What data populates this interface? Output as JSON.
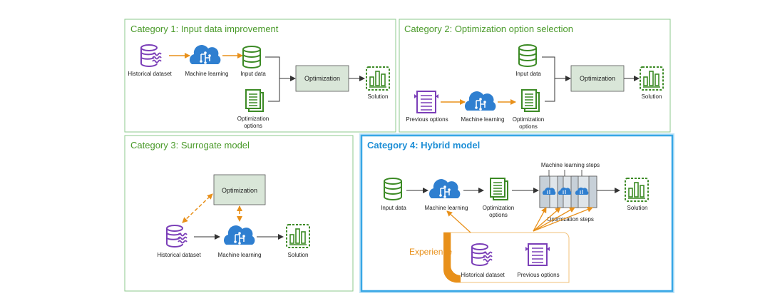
{
  "colors": {
    "panel_border": "#8cc98c",
    "highlight_border": "#38a7e6",
    "title_green": "#4a9a2a",
    "title_blue": "#1e8fd6",
    "data_purple": "#7b3fb8",
    "db_green": "#3c8a25",
    "ml_blue": "#2f7fd0",
    "arrow_orange": "#e8901a",
    "optimization_fill": "#d9e6d8"
  },
  "panels": {
    "cat1": {
      "title": "Category 1: Input data improvement",
      "historical_dataset": "Historical dataset",
      "machine_learning": "Machine learning",
      "input_data": "Input data",
      "optimization": "Optimization",
      "optimization_options_1": "Optimization",
      "optimization_options_2": "options",
      "solution": "Solution"
    },
    "cat2": {
      "title": "Category 2: Optimization option selection",
      "input_data": "Input data",
      "optimization": "Optimization",
      "solution": "Solution",
      "previous_options": "Previous options",
      "machine_learning": "Machine learning",
      "optimization_options_1": "Optimization",
      "optimization_options_2": "options"
    },
    "cat3": {
      "title": "Category 3: Surrogate model",
      "optimization": "Optimization",
      "historical_dataset": "Historical dataset",
      "machine_learning": "Machine learning",
      "solution": "Solution"
    },
    "cat4": {
      "title": "Category 4: Hybrid model",
      "input_data": "Input data",
      "machine_learning": "Machine learning",
      "optimization_options_1": "Optimization",
      "optimization_options_2": "options",
      "ml_steps": "Machine learning steps",
      "opt_steps": "Optimization steps",
      "solution": "Solution",
      "experience": "Experience",
      "historical_dataset": "Historical dataset",
      "previous_options": "Previous options"
    }
  }
}
